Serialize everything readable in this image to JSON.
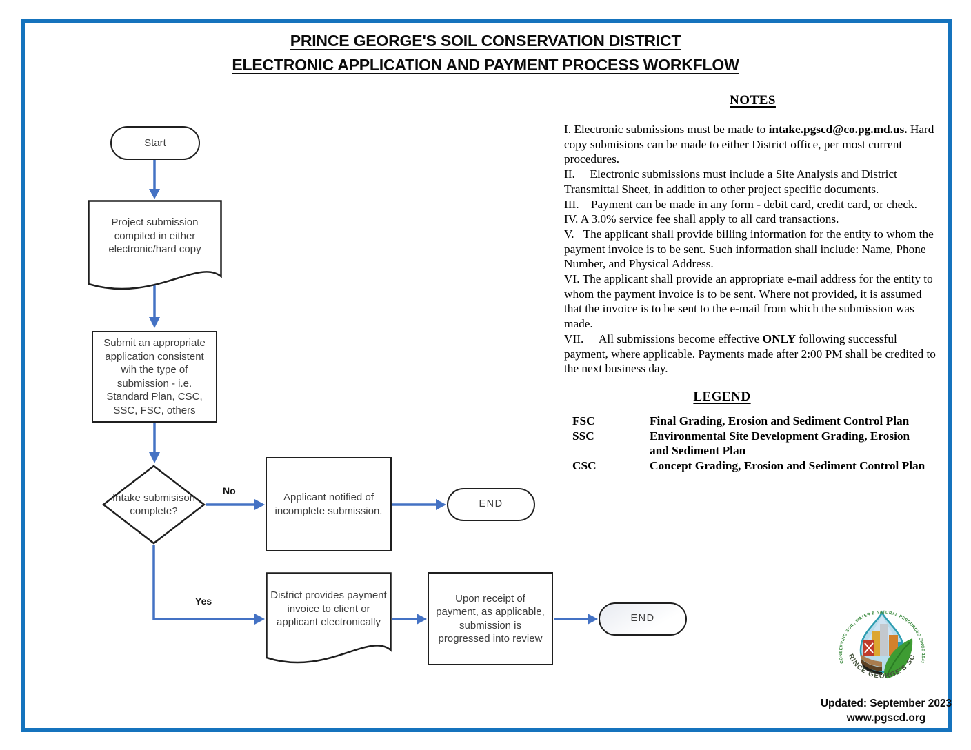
{
  "header": {
    "title_line1": "PRINCE GEORGE'S SOIL CONSERVATION DISTRICT",
    "title_line2": "ELECTRONIC APPLICATION AND PAYMENT PROCESS WORKFLOW"
  },
  "flowchart": {
    "nodes": {
      "start": {
        "label": "Start"
      },
      "doc_compile": {
        "label": "Project submission compiled in either electronic/hard copy"
      },
      "submit_application": {
        "label": "Submit an appropriate application consistent wih the type of submission - i.e. Standard Plan, CSC, SSC, FSC, others"
      },
      "decision_intake": {
        "label": "Intake submisison complete?"
      },
      "notify_incomplete": {
        "label": "Applicant notified of incomplete submission."
      },
      "end_incomplete": {
        "label": "END"
      },
      "invoice": {
        "label": "District provides payment invoice to client or applicant electronically"
      },
      "progress_review": {
        "label": "Upon receipt of payment, as applicable, submission is progressed into review"
      },
      "end_complete": {
        "label": "END"
      }
    },
    "labels": {
      "no": "No",
      "yes": "Yes"
    }
  },
  "notes": {
    "heading": "NOTES",
    "items": [
      [
        {
          "t": "I. Electronic submissions must be made to "
        },
        {
          "t": "intake.pgscd@co.pg.md.us.",
          "b": true
        },
        {
          "t": " Hard copy submisions can be made to either District office, per most current procedures."
        }
      ],
      [
        {
          "t": "II.     Electronic submissions must include a Site Analysis and District Transmittal Sheet, in addition to other project specific documents."
        }
      ],
      [
        {
          "t": "III.    Payment can be made in any form - debit card, credit card, or check."
        }
      ],
      [
        {
          "t": "IV. A 3.0% service fee shall apply to all card transactions."
        }
      ],
      [
        {
          "t": "V.   The applicant shall provide billing information for the entity to whom the payment invoice is to be sent. Such information shall include: Name, Phone Number, and Physical Address."
        }
      ],
      [
        {
          "t": "VI. The applicant shall provide an appropriate e-mail address for the entity to whom the payment invoice is to be sent. Where not provided, it is assumed that the invoice is to be sent to the e-mail from which the submission was made."
        }
      ],
      [
        {
          "t": "VII.     All submissions become effective "
        },
        {
          "t": "ONLY",
          "b": true
        },
        {
          "t": " following successful payment, where applicable. Payments made after 2:00 PM shall be credited to the next business day."
        }
      ]
    ]
  },
  "legend": {
    "heading": "LEGEND",
    "entries": [
      {
        "abbr": "FSC",
        "desc": "Final Grading, Erosion and Sediment Control Plan"
      },
      {
        "abbr": "SSC",
        "desc": "Environmental Site Development Grading, Erosion and Sediment Plan"
      },
      {
        "abbr": "CSC",
        "desc": "Concept Grading, Erosion and Sediment Control Plan"
      }
    ]
  },
  "logo": {
    "arc_top": "CONSERVING SOIL, WATER & NATURAL RESOURCES SINCE 1941",
    "arc_bottom": "PRINCE GEORGE'S SCD"
  },
  "footer": {
    "updated": "Updated: September 2023",
    "website": "www.pgscd.org"
  },
  "colors": {
    "frame_border": "#1573BD",
    "connector_blue": "#4472C4",
    "shape_outline": "#1f1f1f"
  }
}
